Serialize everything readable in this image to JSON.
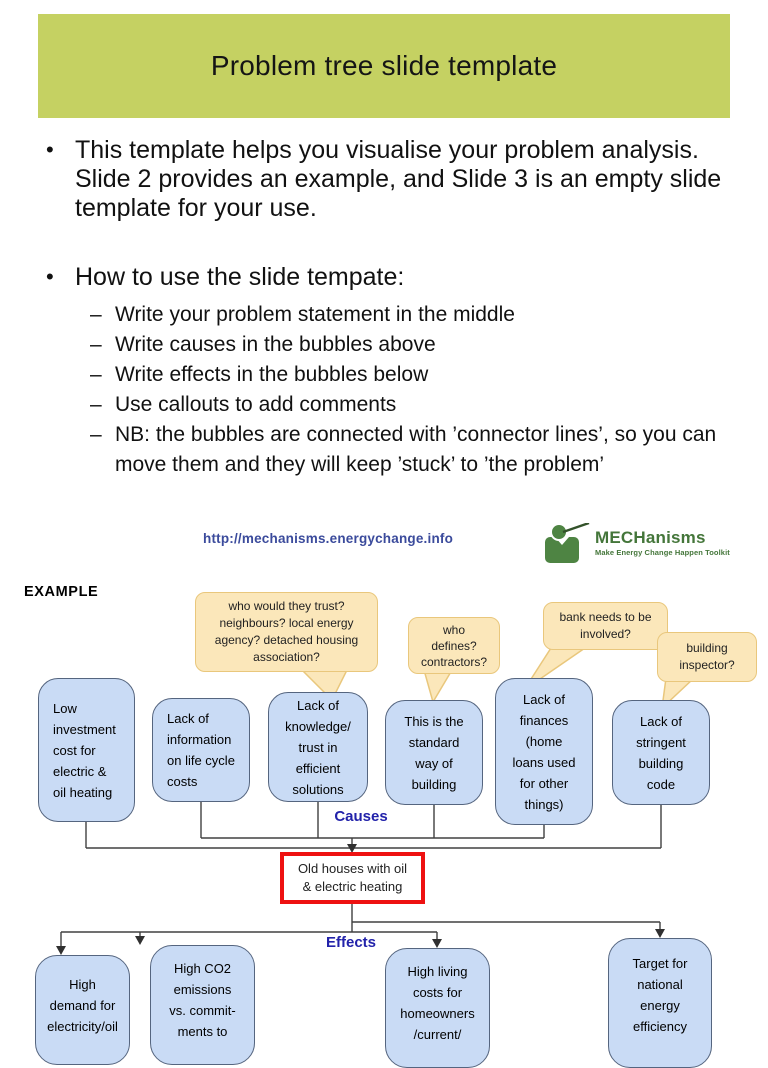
{
  "page": {
    "title_banner": "Problem tree slide template",
    "bullet_1": "This template helps you visualise your problem analysis. Slide 2 provides an example, and Slide 3 is an empty slide template for your use.",
    "bullet_2": "How to use the slide tempate:",
    "bullet_marker": "•",
    "sub_bullet_marker": "–",
    "sub_bullets": [
      "Write your problem statement in the middle",
      "Write causes in the bubbles above",
      "Write effects in the bubbles below",
      "Use callouts to add comments",
      "NB: the bubbles are connected with ’connector lines’, so you can move them and they will keep ’stuck’ to ’the problem’"
    ],
    "link_url": "http://mechanisms.energychange.info",
    "logo": {
      "name": "MECHanisms",
      "tagline": "Make Energy Change Happen Toolkit"
    },
    "example_label": "EXAMPLE"
  },
  "diagram": {
    "causes_label": "Causes",
    "effects_label": "Effects",
    "problem": {
      "lines": [
        "Old houses with oil",
        "& electric heating"
      ]
    },
    "callouts": [
      {
        "lines": [
          "who would they trust?",
          "neighbours? local energy",
          "agency? detached housing",
          "association?"
        ]
      },
      {
        "lines": [
          "who",
          "defines?",
          "contractors?"
        ]
      },
      {
        "lines": [
          "bank needs to be",
          "involved?"
        ]
      },
      {
        "lines": [
          "building",
          "inspector?"
        ]
      }
    ],
    "causes": [
      {
        "lines": [
          "Low",
          "investment",
          "cost for",
          "electric &",
          "oil heating"
        ]
      },
      {
        "lines": [
          "Lack of",
          "information",
          "on life cycle",
          "costs"
        ]
      },
      {
        "lines": [
          "Lack of",
          "knowledge/",
          "trust in",
          "efficient",
          "solutions"
        ]
      },
      {
        "lines": [
          "This is the",
          "standard",
          "way of",
          "building"
        ]
      },
      {
        "lines": [
          "Lack of",
          "finances",
          "(home",
          "loans used",
          "for other",
          "things)"
        ]
      },
      {
        "lines": [
          "Lack of",
          "stringent",
          "building",
          "code"
        ]
      }
    ],
    "effects": [
      {
        "lines": [
          "High",
          "demand for",
          "electricity/oil"
        ]
      },
      {
        "lines": [
          "High CO2",
          "emissions",
          "vs. commit-",
          "ments to"
        ]
      },
      {
        "lines": [
          "High living",
          "costs for",
          "homeowners",
          "/current/"
        ]
      },
      {
        "lines": [
          "Target for",
          "national",
          "energy",
          "efficiency"
        ]
      }
    ]
  },
  "colors": {
    "banner_bg": "#c5d162",
    "bubble_fill": "#c9dbf5",
    "bubble_border": "#55657f",
    "callout_fill": "#fbe7ba",
    "callout_border": "#e9c77c",
    "problem_border": "#ee1111",
    "flow_label_blue": "#2222aa",
    "link_blue": "#3b4b9c",
    "logo_green": "#4e8443",
    "connector_gray": "#404040"
  }
}
